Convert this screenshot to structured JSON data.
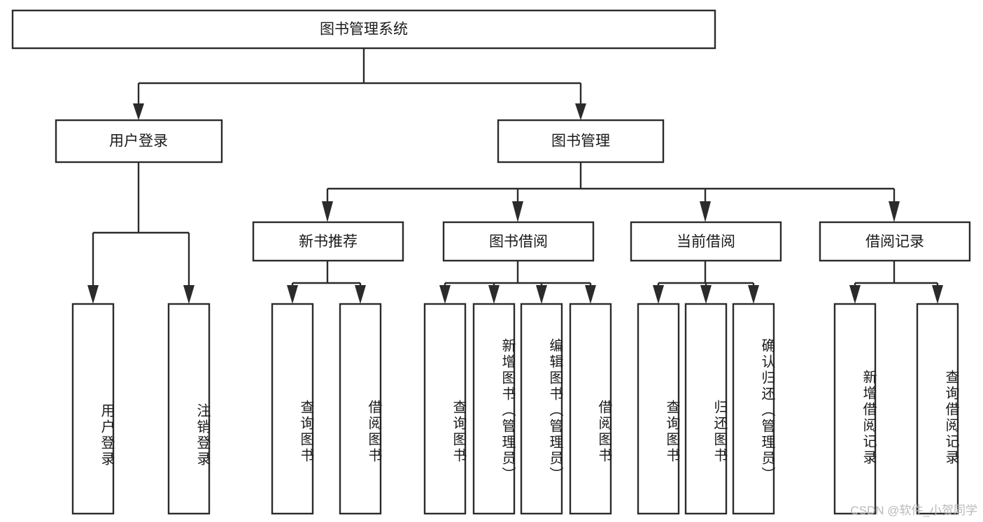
{
  "diagram": {
    "title": "图书管理系统",
    "watermark": "CSDN @软件_小贺同学",
    "colors": {
      "stroke": "#2b2b2b",
      "box_fill": "#ffffff",
      "text": "#1a1a1a",
      "background": "#ffffff",
      "watermark": "#b9b9b9"
    },
    "root": {
      "label": "图书管理系统"
    },
    "level2": [
      {
        "label": "用户登录"
      },
      {
        "label": "图书管理"
      }
    ],
    "level3": [
      {
        "label": "新书推荐"
      },
      {
        "label": "图书借阅"
      },
      {
        "label": "当前借阅"
      },
      {
        "label": "借阅记录"
      }
    ],
    "leaves": {
      "user_login": [
        {
          "label": "用户登录"
        },
        {
          "label": "注销登录"
        }
      ],
      "new_book_recommend": [
        {
          "label": "查询图书"
        },
        {
          "label": "借阅图书"
        }
      ],
      "book_borrow": [
        {
          "label": "查询图书"
        },
        {
          "label": "新增图书（管理员）"
        },
        {
          "label": "编辑图书（管理员）"
        },
        {
          "label": "借阅图书"
        }
      ],
      "current_borrow": [
        {
          "label": "查询图书"
        },
        {
          "label": "归还图书"
        },
        {
          "label": "确认归还（管理员）"
        }
      ],
      "borrow_record": [
        {
          "label": "新增借阅记录"
        },
        {
          "label": "查询借阅记录"
        }
      ]
    }
  }
}
